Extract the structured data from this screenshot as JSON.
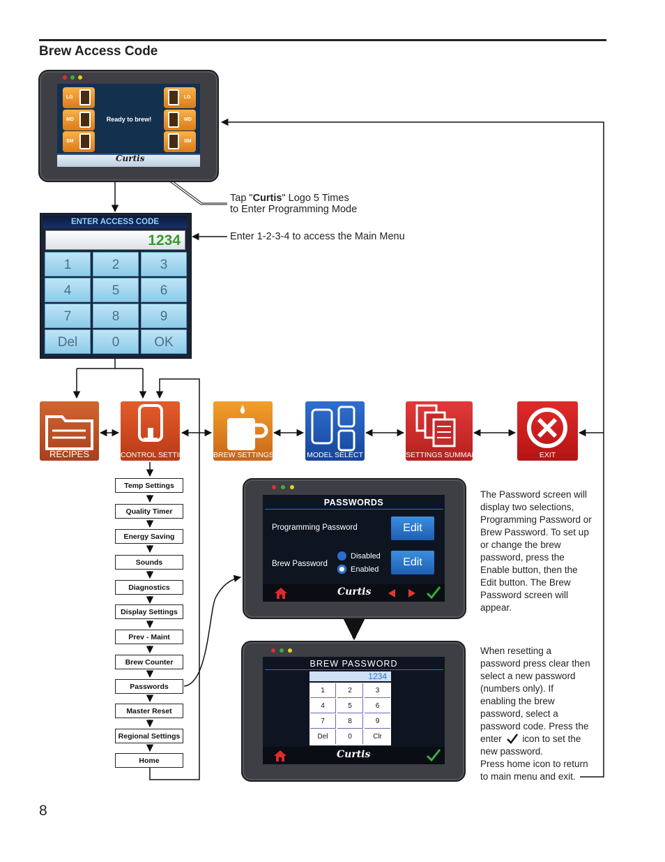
{
  "page": {
    "title": "Brew Access Code",
    "page_number": "8"
  },
  "ready_screen": {
    "status_text": "Ready to brew!",
    "buttons_left": [
      "LG",
      "MD",
      "SM"
    ],
    "buttons_right": [
      "LG",
      "MD",
      "SM"
    ],
    "logo": "Curtis"
  },
  "callouts": {
    "tap_logo_prefix": "Tap \"",
    "tap_logo_bold": "Curtis",
    "tap_logo_suffix": "\" Logo 5 Times",
    "tap_logo_line2": "to Enter Programming Mode",
    "enter_code": "Enter 1-2-3-4 to access the Main Menu"
  },
  "access_code": {
    "header": "ENTER ACCESS CODE",
    "display_value": "1234",
    "keys": [
      "1",
      "2",
      "3",
      "4",
      "5",
      "6",
      "7",
      "8",
      "9",
      "Del",
      "0",
      "OK"
    ]
  },
  "main_menu": [
    {
      "label": "RECIPES",
      "icon": "recipes-folder-icon",
      "color": "#c8552a"
    },
    {
      "label": "CONTROL SETTINGS",
      "icon": "control-settings-icon",
      "color": "#d24a1f"
    },
    {
      "label": "BREW SETTINGS",
      "icon": "brew-settings-mug-icon",
      "color": "#e68a1a"
    },
    {
      "label": "MODEL SELECT",
      "icon": "model-select-icon",
      "color": "#1f55b8"
    },
    {
      "label": "SETTINGS SUMMARY",
      "icon": "settings-summary-icon",
      "color": "#cc2b2b"
    },
    {
      "label": "EXIT",
      "icon": "exit-x-icon",
      "color": "#d0201e"
    }
  ],
  "control_settings_menu": [
    "Temp Settings",
    "Quality Timer",
    "Energy Saving",
    "Sounds",
    "Diagnostics",
    "Display Settings",
    "Prev - Maint",
    "Brew Counter",
    "Passwords",
    "Master Reset",
    "Regional Settings",
    "Home"
  ],
  "passwords_screen": {
    "header": "PASSWORDS",
    "programming_label": "Programming Password",
    "brew_label": "Brew Password",
    "edit_label": "Edit",
    "option_disabled": "Disabled",
    "option_enabled": "Enabled",
    "logo": "Curtis"
  },
  "brew_password_screen": {
    "header": "BREW PASSWORD",
    "display_value": "1234",
    "keys": [
      "1",
      "2",
      "3",
      "4",
      "5",
      "6",
      "7",
      "8",
      "9",
      "Del",
      "0",
      "Clr"
    ],
    "logo": "Curtis"
  },
  "notes": {
    "passwords_note": [
      "The Password screen will",
      "display two selections,",
      "Programming Password or",
      "Brew Password. To set up",
      "or change the brew",
      "password, press the",
      "Enable button, then the",
      "Edit button. The Brew",
      "Password screen will",
      "appear."
    ],
    "reset_note": [
      "When resetting a",
      "password press clear then",
      "select a new password",
      "(numbers only). If",
      "enabling the brew",
      "password, select a",
      "password code. Press the"
    ],
    "reset_enter_prefix": "enter",
    "reset_enter_suffix": "icon to set the",
    "reset_note_end": [
      "new password.",
      "Press home icon to return",
      "to main menu and exit."
    ]
  },
  "colors": {
    "accent_blue": "#2a6fd0",
    "led_red": "#e0302a",
    "led_green": "#3ab03a",
    "led_yellow": "#e6d21a"
  }
}
